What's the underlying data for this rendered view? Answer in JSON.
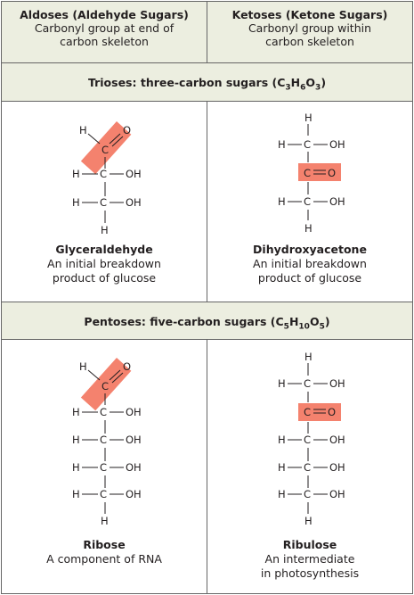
{
  "header": {
    "aldoses_title": "Aldoses (Aldehyde Sugars)",
    "aldoses_sub": "Carbonyl group at end of carbon skeleton",
    "ketoses_title": "Ketoses (Ketone Sugars)",
    "ketoses_sub": "Carbonyl group within carbon skeleton"
  },
  "trioses": {
    "band_prefix": "Trioses: three-carbon sugars (C",
    "band_s1": "3",
    "band_h": "H",
    "band_s2": "6",
    "band_o": "O",
    "band_s3": "3",
    "band_close": ")",
    "aldose_name": "Glyceraldehyde",
    "aldose_desc_1": "An initial breakdown",
    "aldose_desc_2": "product of glucose",
    "ketose_name": "Dihydroxyacetone",
    "ketose_desc_1": "An initial breakdown",
    "ketose_desc_2": "product of glucose"
  },
  "pentoses": {
    "band_prefix": "Pentoses: five-carbon sugars (C",
    "band_s1": "5",
    "band_h": "H",
    "band_s2": "10",
    "band_o": "O",
    "band_s3": "5",
    "band_close": ")",
    "aldose_name": "Ribose",
    "aldose_desc_1": "A component of RNA",
    "ketose_name": "Ribulose",
    "ketose_desc_1": "An intermediate",
    "ketose_desc_2": "in photosynthesis"
  },
  "atoms": {
    "h": "H",
    "c": "C",
    "o": "O",
    "oh": "OH"
  },
  "colors": {
    "highlight": "#f4826e",
    "band_bg": "#eceee0",
    "border": "#666666"
  }
}
